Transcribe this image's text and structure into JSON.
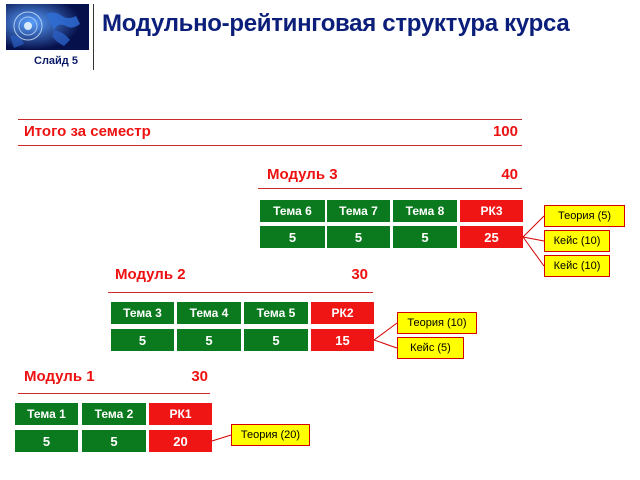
{
  "header": {
    "title": "Модульно-рейтинговая структура курса",
    "slide_label": "Слайд 5"
  },
  "total": {
    "label": "Итого за семестр",
    "value": "100"
  },
  "modules": [
    {
      "label": "Модуль 3",
      "value": "40",
      "cells": [
        {
          "name": "Тема 6",
          "value": "5",
          "color": "green"
        },
        {
          "name": "Тема 7",
          "value": "5",
          "color": "green"
        },
        {
          "name": "Тема 8",
          "value": "5",
          "color": "green"
        },
        {
          "name": "РК3",
          "value": "25",
          "color": "red"
        }
      ],
      "notes": [
        "Теория (5)",
        "Кейс (10)",
        "Кейс (10)"
      ]
    },
    {
      "label": "Модуль 2",
      "value": "30",
      "cells": [
        {
          "name": "Тема 3",
          "value": "5",
          "color": "green"
        },
        {
          "name": "Тема 4",
          "value": "5",
          "color": "green"
        },
        {
          "name": "Тема 5",
          "value": "5",
          "color": "green"
        },
        {
          "name": "РК2",
          "value": "15",
          "color": "red"
        }
      ],
      "notes": [
        "Теория (10)",
        "Кейс (5)"
      ]
    },
    {
      "label": "Модуль 1",
      "value": "30",
      "cells": [
        {
          "name": "Тема 1",
          "value": "5",
          "color": "green"
        },
        {
          "name": "Тема 2",
          "value": "5",
          "color": "green"
        },
        {
          "name": "РК1",
          "value": "20",
          "color": "red"
        }
      ],
      "notes": [
        "Теория (20)"
      ]
    }
  ],
  "colors": {
    "green": "#0b7a1e",
    "red": "#f01515",
    "title": "#0b1f7a",
    "note_bg": "#ffff00"
  }
}
